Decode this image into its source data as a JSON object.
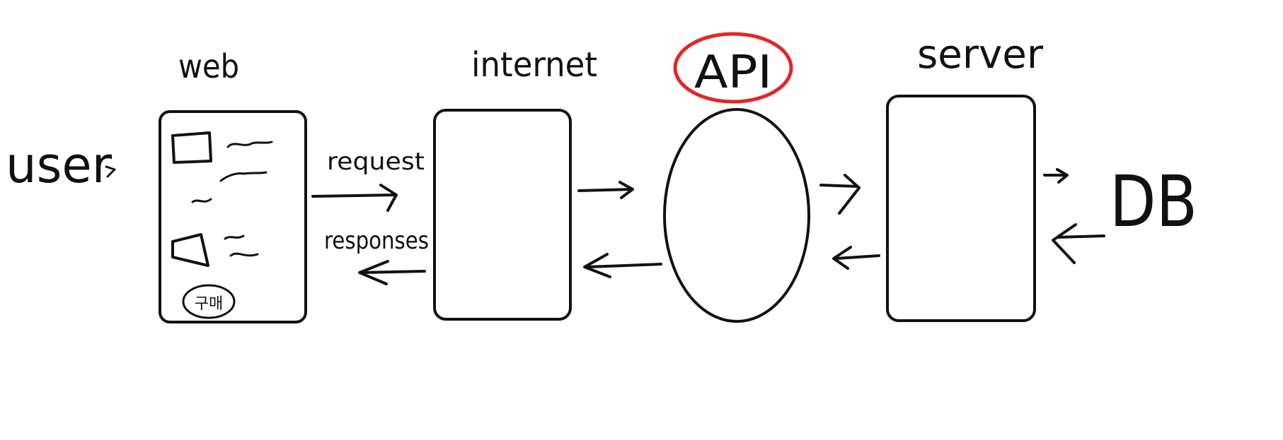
{
  "labels": {
    "user": "user",
    "web": "web",
    "internet": "internet",
    "api": "API",
    "server": "server",
    "db": "DB",
    "request": "request",
    "responses": "responses",
    "web_badge": "구매"
  },
  "colors": {
    "ink": "#111111",
    "highlight": "#e3262a",
    "background": "#ffffff"
  }
}
